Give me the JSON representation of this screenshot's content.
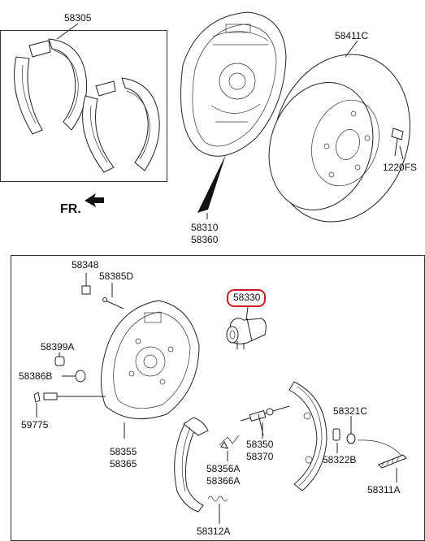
{
  "labels": {
    "shoe_kit": "58305",
    "drum": "58411C",
    "hub_bolt": "1220FS",
    "assembly_1": "58310",
    "assembly_2": "58360",
    "bolt": "58348",
    "adjuster_lever_pin": "58385D",
    "wheel_cylinder": "58330",
    "cap": "58399A",
    "bushing": "58386B",
    "plug": "59775",
    "backing_plate_1": "58355",
    "backing_plate_2": "58365",
    "spring_kit_1": "58356A",
    "spring_kit_2": "58366A",
    "adjuster_1": "58350",
    "adjuster_2": "58370",
    "spring": "58312A",
    "retainer_1": "58321C",
    "retainer_2": "58322B",
    "cable": "58311A"
  },
  "direction": {
    "text": "FR.",
    "arrow": "arrow-left-down-icon"
  },
  "colors": {
    "line": "#222222",
    "highlight": "#d11a1a",
    "background": "#ffffff"
  }
}
